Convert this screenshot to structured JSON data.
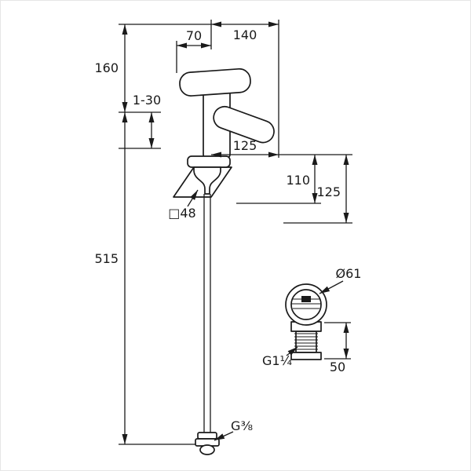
{
  "drawing": {
    "dimensions": {
      "d70": "70",
      "d140": "140",
      "d160": "160",
      "d1_30": "1-30",
      "d125_reach": "125",
      "d110": "110",
      "d125_height": "125",
      "d48_square": "□48",
      "d515": "515",
      "d61_diameter": "Ø61",
      "g1_14_thread": "G1¼",
      "d50": "50",
      "g3_8_thread": "G⅜"
    },
    "colors": {
      "line": "#1a1a1a",
      "background": "#ffffff",
      "frame": "#e6e6e6"
    }
  }
}
